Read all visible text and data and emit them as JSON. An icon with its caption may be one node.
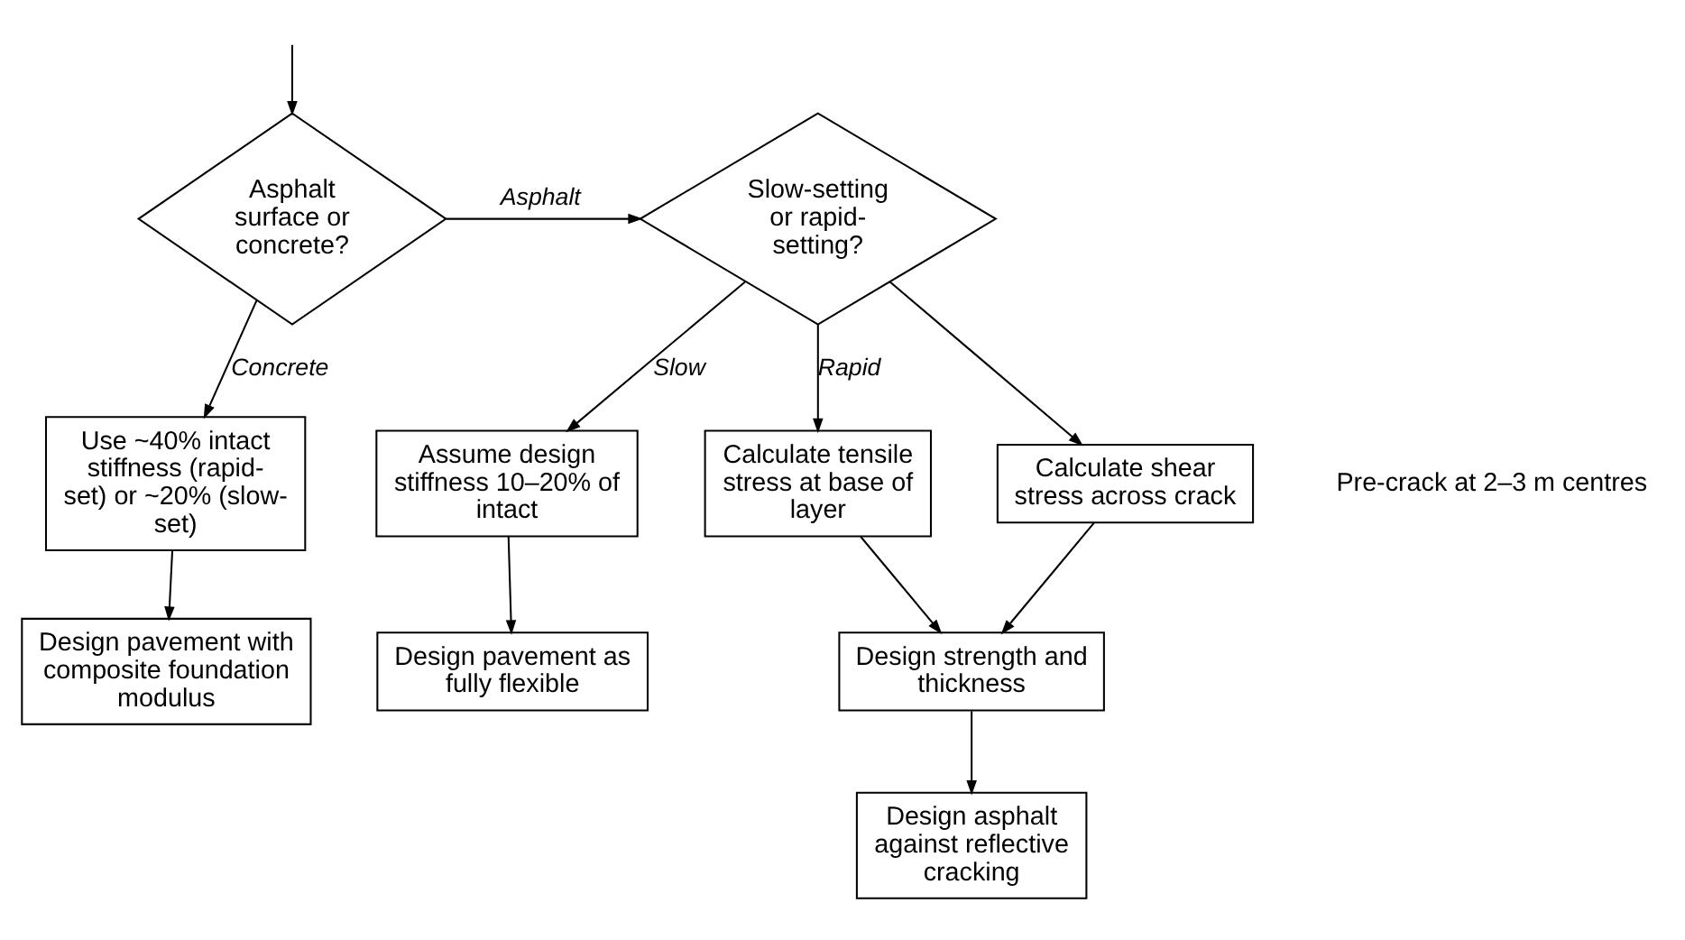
{
  "diagram": {
    "nodes": [
      {
        "text": [
          "Asphalt surface or concrete?"
        ]
      },
      {
        "text": [
          "Slow-setting or rapid-setting?"
        ]
      },
      {
        "text": [
          "Use ~40% intact stiffness (rapid-set) or ~20% (slow-set)"
        ]
      },
      {
        "text": [
          "Assume design stiffness 10–20% of intact"
        ]
      },
      {
        "text": [
          "Calculate tensile stress at base of layer"
        ]
      },
      {
        "text": [
          "Calculate shear stress across crack"
        ]
      },
      {
        "text": [
          "Design pavement with composite foundation modulus"
        ]
      },
      {
        "text": [
          "Design pavement as fully flexible"
        ]
      },
      {
        "text": [
          "Design strength and thickness"
        ]
      },
      {
        "text": [
          "Design asphalt against reflective cracking"
        ]
      }
    ],
    "edges": [
      {
        "from": null,
        "to": 0,
        "arrow": "to"
      },
      {
        "from": 0,
        "to": 1,
        "arrow": "to",
        "label": "Asphalt"
      },
      {
        "from": 0,
        "to": 2,
        "arrow": "to",
        "label": "Concrete"
      },
      {
        "from": 1,
        "to": 3,
        "arrow": "to",
        "label": "Slow"
      },
      {
        "from": 1,
        "to": 4,
        "arrow": "to",
        "label": "Rapid"
      },
      {
        "from": 1,
        "to": 5,
        "arrow": "to"
      },
      {
        "from": 2,
        "to": 6,
        "arrow": "to"
      },
      {
        "from": 3,
        "to": 7,
        "arrow": "to"
      },
      {
        "from": 4,
        "to": 8,
        "arrow": "to"
      },
      {
        "from": 5,
        "to": 8,
        "arrow": "to"
      },
      {
        "from": 8,
        "to": 9,
        "arrow": "to"
      }
    ],
    "labels": [
      "Pre-crack at 2–3 m centres"
    ]
  }
}
